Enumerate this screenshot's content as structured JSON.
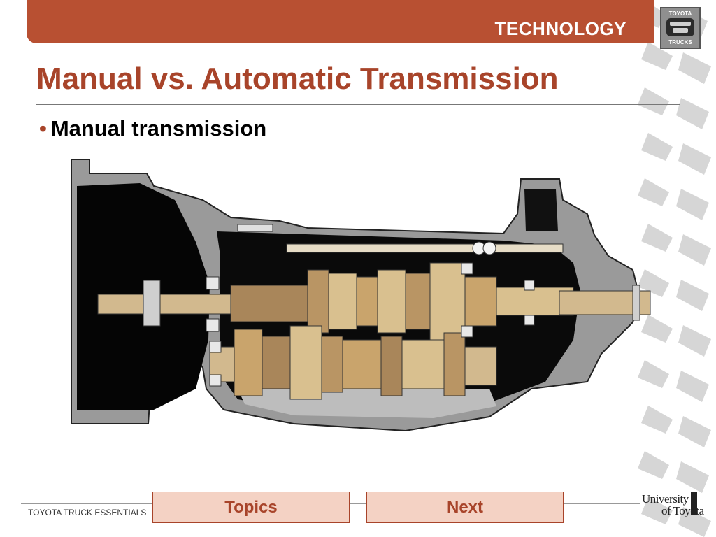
{
  "header": {
    "section": "TECHNOLOGY"
  },
  "badge": {
    "top": "TOYOTA",
    "bottom": "TRUCKS"
  },
  "slide": {
    "title": "Manual vs. Automatic Transmission",
    "bullets": [
      "Manual transmission"
    ]
  },
  "diagram": {
    "icon": "manual-transmission-cutaway"
  },
  "footer": {
    "text": "TOYOTA TRUCK ESSENTIALS",
    "topics_label": "Topics",
    "next_label": "Next"
  },
  "logo": {
    "line1": "University",
    "line2": "of Toyota"
  },
  "colors": {
    "accent": "#b85032",
    "title": "#a8442a",
    "button_fill": "#f4d2c4",
    "gear_brass": "#c9a46c"
  }
}
